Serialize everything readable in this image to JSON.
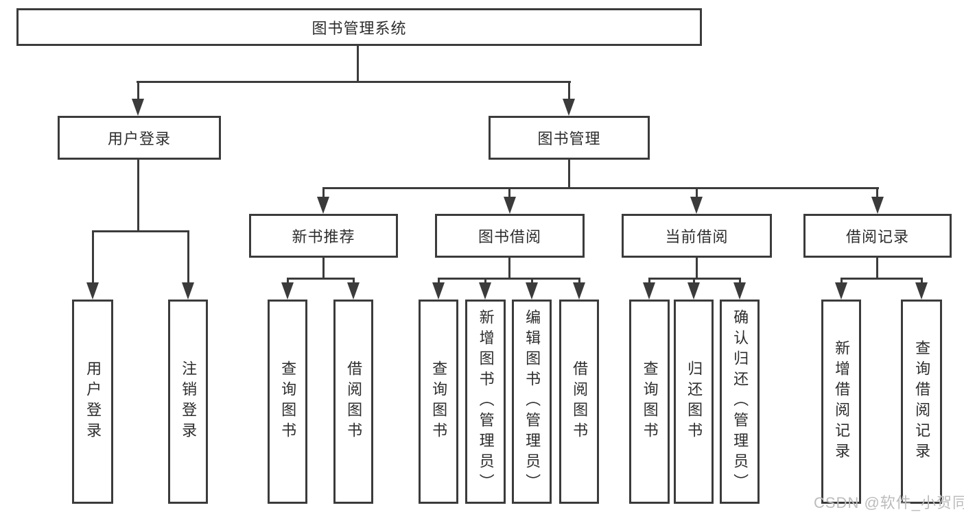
{
  "style": {
    "line_color": "#3b3b3b",
    "text_color": "#2d2d2d",
    "background": "#ffffff",
    "watermark_color": "#bcbcbc"
  },
  "tree": {
    "root": {
      "label": "图书管理系统"
    },
    "children": [
      {
        "label": "用户登录",
        "children": [
          {
            "label": "用户登录"
          },
          {
            "label": "注销登录"
          }
        ]
      },
      {
        "label": "图书管理",
        "children": [
          {
            "label": "新书推荐",
            "children": [
              {
                "label": "查询图书"
              },
              {
                "label": "借阅图书"
              }
            ]
          },
          {
            "label": "图书借阅",
            "children": [
              {
                "label": "查询图书"
              },
              {
                "label": "新增图书（管理员）"
              },
              {
                "label": "编辑图书（管理员）"
              },
              {
                "label": "借阅图书"
              }
            ]
          },
          {
            "label": "当前借阅",
            "children": [
              {
                "label": "查询图书"
              },
              {
                "label": "归还图书"
              },
              {
                "label": "确认归还（管理员）"
              }
            ]
          },
          {
            "label": "借阅记录",
            "children": [
              {
                "label": "新增借阅记录"
              },
              {
                "label": "查询借阅记录"
              }
            ]
          }
        ]
      }
    ]
  },
  "watermark": {
    "text": "CSDN @软件_小贺同学"
  }
}
